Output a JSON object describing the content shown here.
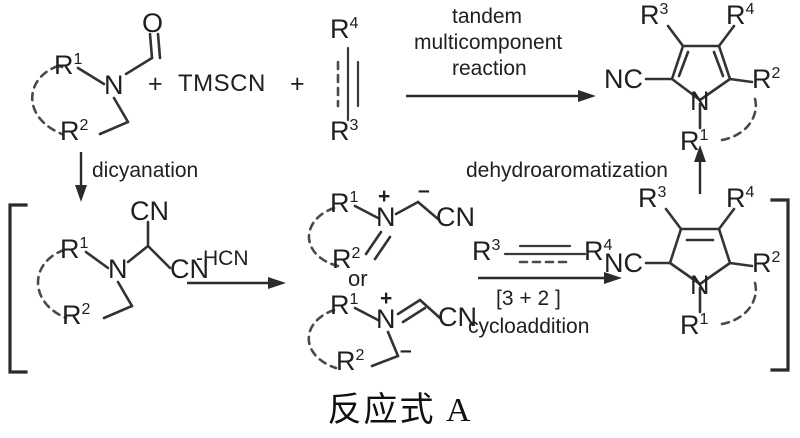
{
  "figure": {
    "caption": "反应式 A",
    "scheme_type": "chemical-reaction-scheme"
  },
  "reactants": {
    "amide": {
      "name": "cyclic-formamide",
      "nitrogen": "N",
      "oxygen": "O",
      "r1": "R",
      "r1_sup": "1",
      "r2": "R",
      "r2_sup": "2"
    },
    "plus1": "+",
    "tmscn": "TMSCN",
    "plus2": "+",
    "alkyne": {
      "name": "internal-alkyne",
      "top": "R",
      "top_sup": "4",
      "bottom": "R",
      "bottom_sup": "3"
    }
  },
  "arrows": {
    "tandem": {
      "line1": "tandem",
      "line2": "multicomponent",
      "line3": "reaction"
    },
    "dicyanation": "dicyanation",
    "hcn_loss": "-HCN",
    "cycloaddition": {
      "reagent_left": "R",
      "reagent_left_sup": "3",
      "reagent_right": "R",
      "reagent_right_sup": "4",
      "label1": "[3 + 2 ]",
      "label2": "cycloaddition"
    },
    "dehydroaromatization": "dehydroaromatization"
  },
  "product": {
    "name": "cyanopyrrole",
    "nitrile": "NC",
    "nitrogen": "N",
    "r1": "R",
    "r1_sup": "1",
    "r2": "R",
    "r2_sup": "2",
    "r3": "R",
    "r3_sup": "3",
    "r4": "R",
    "r4_sup": "4"
  },
  "intermediate_dicyano": {
    "name": "aminomalononitrile",
    "nitrogen": "N",
    "cn_top": "CN",
    "cn_bottom": "CN",
    "r1": "R",
    "r1_sup": "1",
    "r2": "R",
    "r2_sup": "2"
  },
  "intermediate_ylide_a": {
    "name": "azomethine-ylide",
    "nitrogen": "N",
    "plus_charge": "+",
    "minus_charge": "–",
    "cn": "CN",
    "r1": "R",
    "r1_sup": "1",
    "r2": "R",
    "r2_sup": "2"
  },
  "or_label": "or",
  "intermediate_ylide_b": {
    "name": "azomethine-ylide-resonance",
    "nitrogen": "N",
    "plus_charge": "+",
    "minus_charge": "–",
    "cn": "CN",
    "r1": "R",
    "r1_sup": "1",
    "r2": "R",
    "r2_sup": "2"
  },
  "intermediate_pyrroline": {
    "name": "dihydropyrrole",
    "nitrile": "NC",
    "nitrogen": "N",
    "r1": "R",
    "r1_sup": "1",
    "r2": "R",
    "r2_sup": "2",
    "r3": "R",
    "r3_sup": "3",
    "r4": "R",
    "r4_sup": "4"
  },
  "colors": {
    "bond": "#333333",
    "text": "#202020",
    "background": "#ffffff"
  }
}
